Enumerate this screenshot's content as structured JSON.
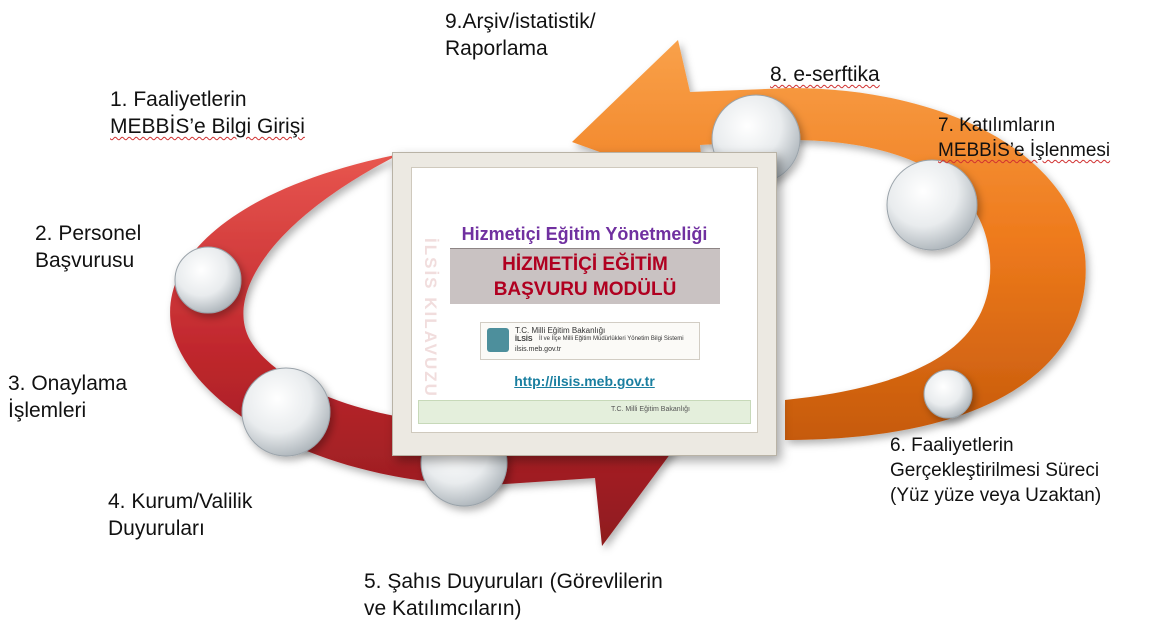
{
  "colors": {
    "red_arrow": "#c0272d",
    "orange_arrow": "#ee7a1c",
    "title_purple": "#7030a0",
    "module_red": "#b00020",
    "url_blue": "#1a7fa0"
  },
  "steps": {
    "s1": [
      "1. Faaliyetlerin",
      "MEBBİS’e Bilgi Girişi"
    ],
    "s2": [
      "2. Personel",
      "Başvurusu"
    ],
    "s3": [
      "3. Onaylama",
      "İşlemleri"
    ],
    "s4": [
      "4. Kurum/Valilik",
      "Duyuruları"
    ],
    "s5": [
      "5. Şahıs Duyuruları (Görevlilerin",
      "ve Katılımcıların)"
    ],
    "s6": [
      "6. Faaliyetlerin",
      "Gerçekleştirilmesi Süreci",
      "(Yüz yüze veya Uzaktan)"
    ],
    "s7": [
      "7. Katılımların",
      "MEBBİS’e İşlenmesi"
    ],
    "s8": [
      "8. e-serftika"
    ],
    "s9": [
      "9.Arşiv/istatistik/",
      "Raporlama"
    ]
  },
  "document": {
    "title": "Hizmetiçi Eğitim Yönetmeliği",
    "module_line1": "HİZMETİÇİ EĞİTİM",
    "module_line2": "BAŞVURU MODÜLÜ",
    "watermark": "İLSİS KILAVUZU",
    "ministry": "T.C. Milli Eğitim Bakanlığı",
    "system": "İLSİS",
    "system_desc": "İl ve İlçe Milli Eğitim Müdürlükleri Yönetim Bilgi Sistemi",
    "site": "ilsis.meb.gov.tr",
    "url": "http://ilsis.meb.gov.tr",
    "footer": "T.C. Milli Eğitim Bakanlığı"
  }
}
